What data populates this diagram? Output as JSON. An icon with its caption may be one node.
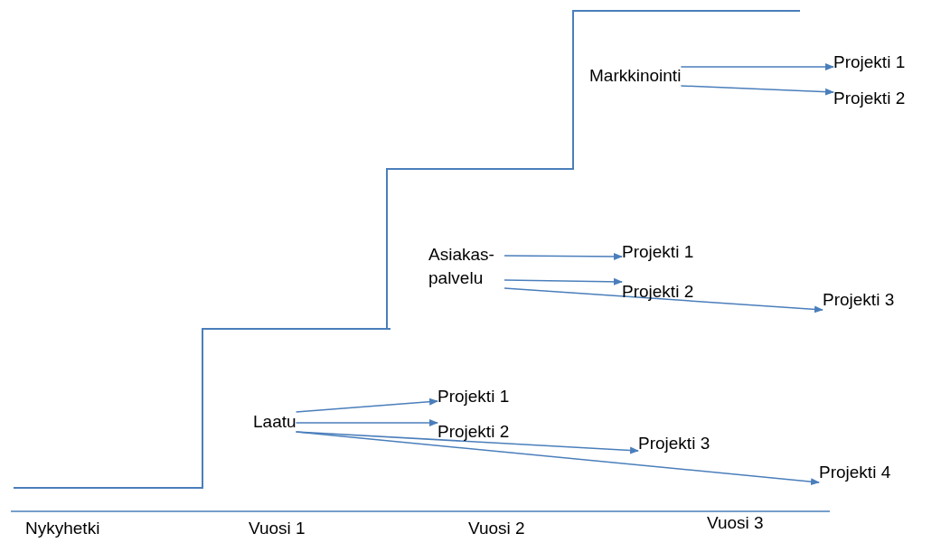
{
  "diagram": {
    "nodes": [
      {
        "text": [
          "Laatu"
        ]
      },
      {
        "text": [
          "Projekti 1"
        ]
      },
      {
        "text": [
          "Projekti 2"
        ]
      },
      {
        "text": [
          "Projekti 3"
        ]
      },
      {
        "text": [
          "Projekti 4"
        ]
      },
      {
        "text": [
          "Asiakas- palvelu"
        ]
      },
      {
        "text": [
          "Projekti 1"
        ]
      },
      {
        "text": [
          "Projekti 2"
        ]
      },
      {
        "text": [
          "Projekti 3"
        ]
      },
      {
        "text": [
          "Markkinointi"
        ]
      },
      {
        "text": [
          "Projekti 1"
        ]
      },
      {
        "text": [
          "Projekti 2"
        ]
      }
    ],
    "edges": [
      {
        "from": 0,
        "to": 1,
        "arrow": "to"
      },
      {
        "from": 0,
        "to": 2,
        "arrow": "to"
      },
      {
        "from": 0,
        "to": 3,
        "arrow": "to"
      },
      {
        "from": 0,
        "to": 4,
        "arrow": "to"
      },
      {
        "from": 5,
        "to": 6,
        "arrow": "to"
      },
      {
        "from": 5,
        "to": 7,
        "arrow": "to"
      },
      {
        "from": 5,
        "to": 8,
        "arrow": "to"
      },
      {
        "from": 9,
        "to": 10,
        "arrow": "to"
      },
      {
        "from": 9,
        "to": 11,
        "arrow": "to"
      }
    ],
    "labels": [
      "Nykyhetki",
      "Vuosi 1",
      "Vuosi 2",
      "Vuosi 3"
    ]
  }
}
